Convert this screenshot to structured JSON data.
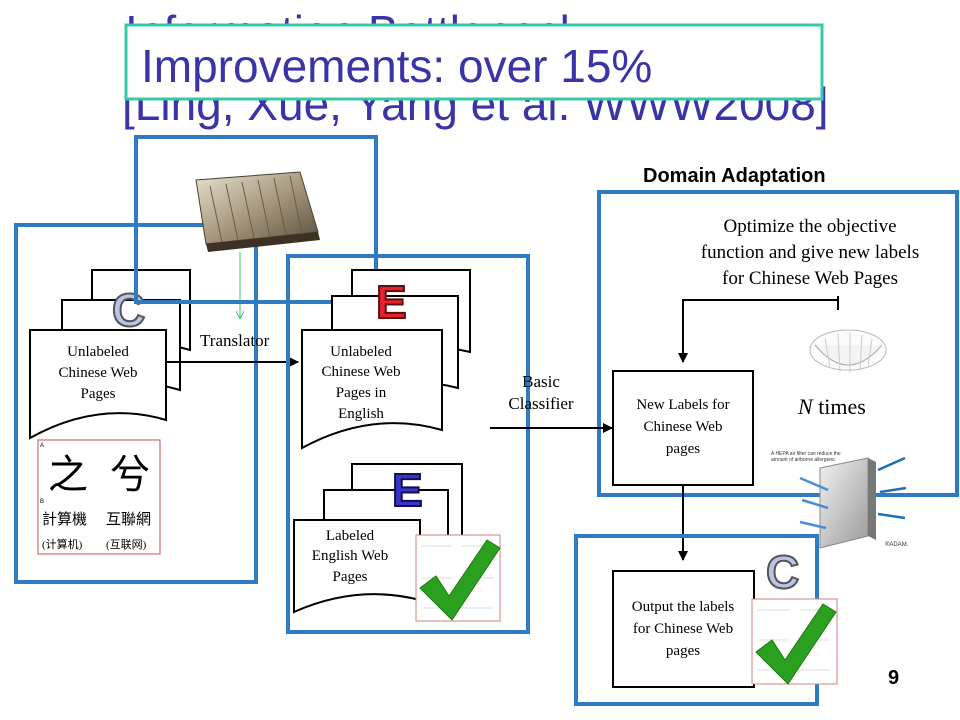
{
  "slide": {
    "title_line1": "Information Bottleneck",
    "title_line2": "[Ling, Xue, Yang et al. WWW2008]",
    "improvement_label": "Improvements: over 15%",
    "page_number": "9"
  },
  "domain_adaptation": {
    "heading": "Domain Adaptation",
    "optimize_text": [
      "Optimize the objective",
      "function and give new labels",
      "for Chinese Web Pages"
    ],
    "iterations_var": "N",
    "iterations_word": " times"
  },
  "left_group": {
    "letter": "C",
    "doc_label": [
      "Unlabeled",
      "Chinese Web",
      "Pages"
    ],
    "translator_label": "Translator",
    "chars": {
      "label_a": "A",
      "label_b": "B",
      "char1": "之",
      "char2": "兮",
      "word1_trad": "計算機",
      "word2_trad": "互聯網",
      "word1_simp": "(计算机)",
      "word2_simp": "(互联网)"
    }
  },
  "middle_group": {
    "letter_top": "E",
    "unlabeled_label": [
      "Unlabeled",
      "Chinese Web",
      "Pages in",
      "English"
    ],
    "letter_bottom": "E",
    "labeled_label": [
      "Labeled",
      "English Web",
      "Pages"
    ],
    "classifier_label": [
      "Basic",
      "Classifier"
    ]
  },
  "new_labels_box": [
    "New Labels for",
    "Chinese Web",
    "pages"
  ],
  "output_box": [
    "Output the labels",
    "for Chinese Web",
    "pages"
  ],
  "bottom_letter": "C",
  "filter_caption": [
    "A HEPA air filter can reduce the",
    "amount of airborne allergens"
  ],
  "filter_brand": "®ADAM.",
  "colors": {
    "title": "#3a34a8",
    "box_border": "#2e7bc4",
    "overlay_border": "#35c9a8",
    "checkmark": "#2aa01e"
  }
}
